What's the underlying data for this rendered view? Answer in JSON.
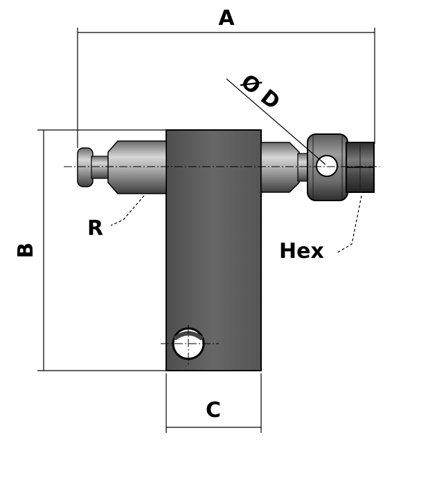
{
  "labels": {
    "a": "A",
    "b": "B",
    "c": "C",
    "d": "Ø D",
    "r": "R",
    "hex": "Hex"
  },
  "colors": {
    "body_gray": "#5e5e5e",
    "pin_light": "#b8b8b8",
    "pin_mid": "#8c8c8c",
    "pin_dark": "#4a4a4a",
    "hex_dark": "#3c3c3c",
    "line": "#000000"
  }
}
